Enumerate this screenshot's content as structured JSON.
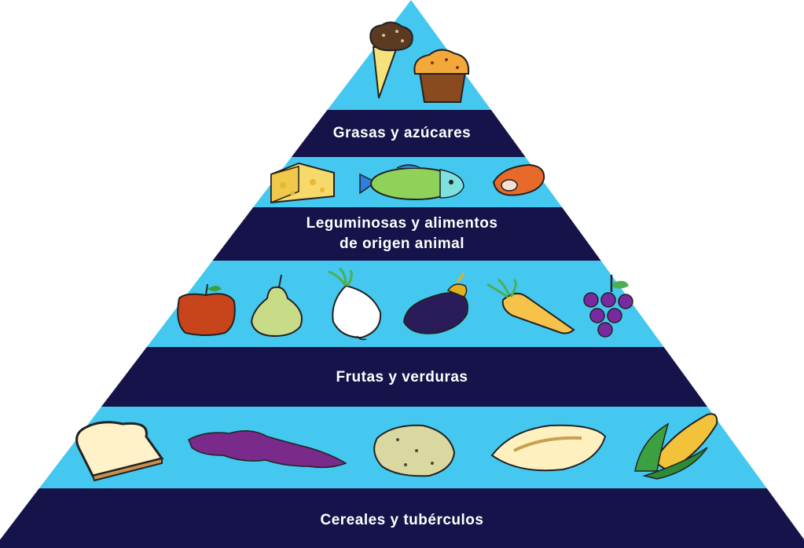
{
  "colors": {
    "light_band": "#44c8ef",
    "dark_band": "#151349",
    "label_text": "#ffffff",
    "background": "#ffffff"
  },
  "tiers": [
    {
      "label": "Grasas y azúcares",
      "foods": [
        "ice-cream-cone-icon",
        "muffin-icon"
      ]
    },
    {
      "label_line1": "Leguminosas y alimentos",
      "label_line2": "de origen animal",
      "foods": [
        "cheese-icon",
        "fish-icon",
        "meat-icon"
      ]
    },
    {
      "label": "Frutas y verduras",
      "foods": [
        "apple-icon",
        "pear-icon",
        "onion-icon",
        "eggplant-icon",
        "carrot-icon",
        "grapes-icon"
      ]
    },
    {
      "label": "Cereales y tubérculos",
      "foods": [
        "bread-icon",
        "sweet-potato-icon",
        "potato-icon",
        "bread-roll-icon",
        "corn-icon"
      ]
    }
  ]
}
